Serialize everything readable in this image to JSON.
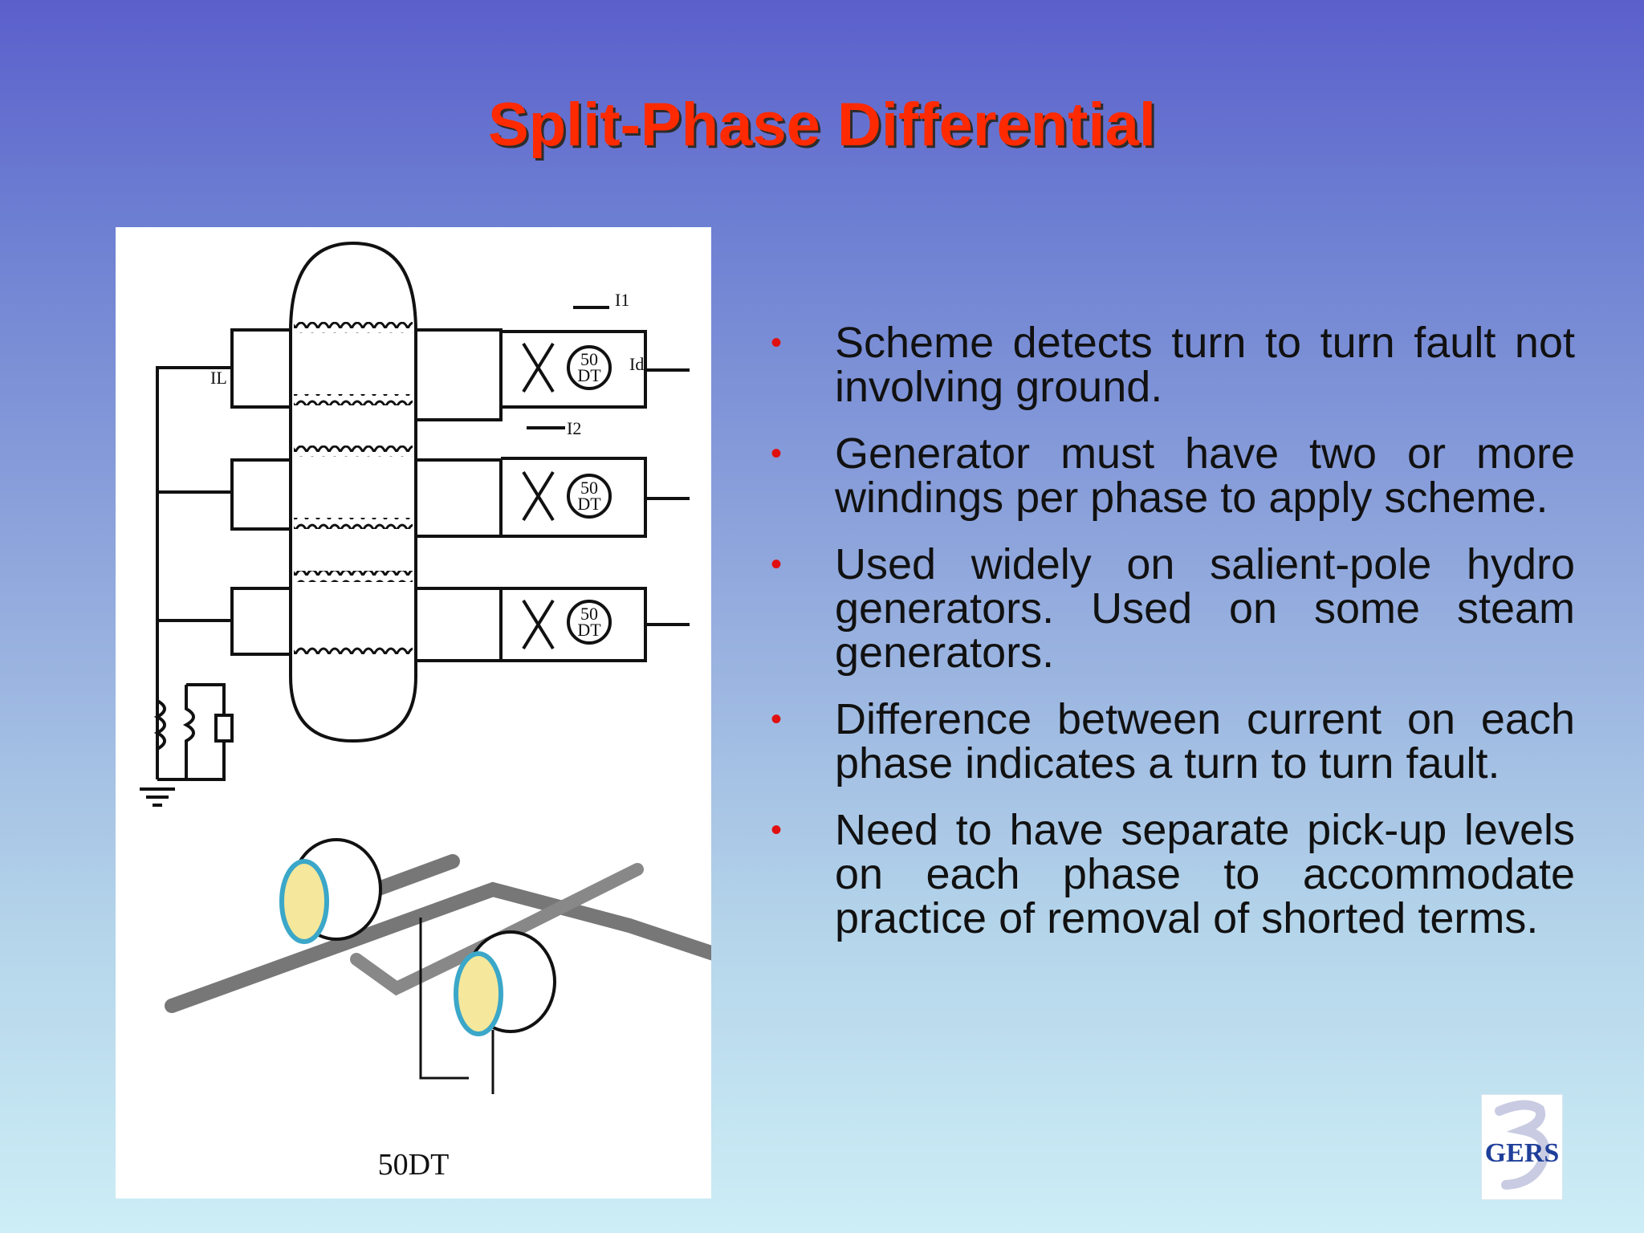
{
  "slide": {
    "title": "Split-Phase Differential"
  },
  "figure": {
    "caption": "50DT",
    "relay_label_top": "50",
    "relay_label_bottom": "DT",
    "current_labels": [
      "I1",
      "I2",
      "IL",
      "Id"
    ]
  },
  "bullets": [
    "Scheme detects turn to turn fault not involving ground.",
    "Generator must have two or more windings per phase to apply scheme.",
    "Used widely on salient-pole hydro generators. Used on some steam generators.",
    "Difference between current on each phase indicates a turn to turn fault.",
    "Need to have separate pick-up levels on each phase to accommodate practice of removal of shorted terms."
  ],
  "bullet_marker": "•",
  "logo": {
    "text": "GERS"
  },
  "colors": {
    "title": "#ff2a00",
    "bullet_marker": "#e01010",
    "background_top": "#5b5fcb",
    "background_bottom": "#cdeef6"
  }
}
